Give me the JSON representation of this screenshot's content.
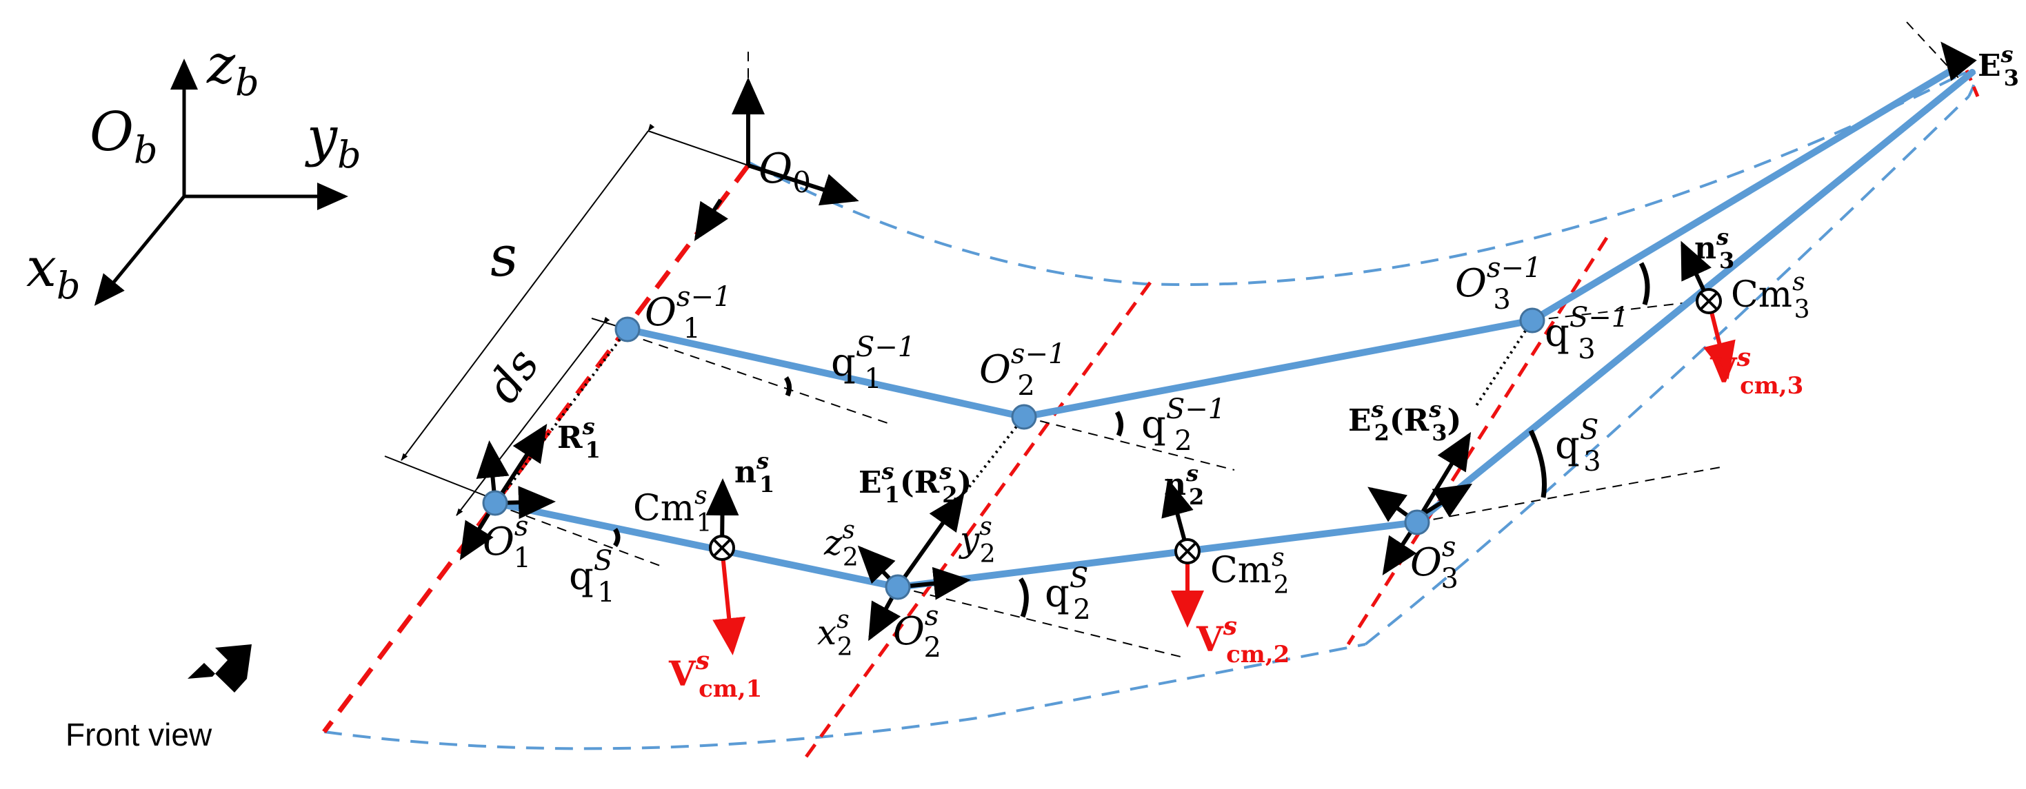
{
  "axes": {
    "origin": "O",
    "origin_sub": "b",
    "z": "z",
    "z_sub": "b",
    "y": "y",
    "y_sub": "b",
    "x": "x",
    "x_sub": "b"
  },
  "labels": {
    "O0": {
      "base": "O",
      "sub": "0"
    },
    "s_arc": "s",
    "ds": "ds",
    "O1_prev": {
      "base": "O",
      "sup": "s−1",
      "sub": "1"
    },
    "O2_prev": {
      "base": "O",
      "sup": "s−1",
      "sub": "2"
    },
    "O3_prev": {
      "base": "O",
      "sup": "s−1",
      "sub": "3"
    },
    "O1": {
      "base": "O",
      "sup": "s",
      "sub": "1"
    },
    "O2": {
      "base": "O",
      "sup": "s",
      "sub": "2"
    },
    "O3": {
      "base": "O",
      "sup": "s",
      "sub": "3"
    },
    "q1_prev": {
      "base": "q",
      "sup": "S−1",
      "sub": "1"
    },
    "q2_prev": {
      "base": "q",
      "sup": "S−1",
      "sub": "2"
    },
    "q3_prev": {
      "base": "q",
      "sup": "S−1",
      "sub": "3"
    },
    "q1": {
      "base": "q",
      "sup": "S",
      "sub": "1"
    },
    "q2": {
      "base": "q",
      "sup": "S",
      "sub": "2"
    },
    "q3": {
      "base": "q",
      "sup": "S",
      "sub": "3"
    },
    "R1": {
      "base": "R",
      "sup": "s",
      "sub": "1"
    },
    "n1": {
      "base": "n",
      "sup": "s",
      "sub": "1"
    },
    "n2": {
      "base": "n",
      "sup": "s",
      "sub": "2"
    },
    "n3": {
      "base": "n",
      "sup": "s",
      "sub": "3"
    },
    "Cm1": {
      "base": "Cm",
      "sup": "s",
      "sub": "1"
    },
    "Cm2": {
      "base": "Cm",
      "sup": "s",
      "sub": "2"
    },
    "Cm3": {
      "base": "Cm",
      "sup": "s",
      "sub": "3"
    },
    "V1": {
      "base": "V",
      "sup": "s",
      "sub": "cm,1"
    },
    "V2": {
      "base": "V",
      "sup": "s",
      "sub": "cm,2"
    },
    "V3": {
      "base": "V",
      "sup": "s",
      "sub": "cm,3"
    },
    "E1R2": {
      "base": "E",
      "sup": "s",
      "sub": "1",
      "paren": "R",
      "paren_sup": "s",
      "paren_sub": "2"
    },
    "E2R3": {
      "base": "E",
      "sup": "s",
      "sub": "2",
      "paren": "R",
      "paren_sup": "s",
      "paren_sub": "3"
    },
    "E3": {
      "base": "E",
      "sup": "s",
      "sub": "3"
    },
    "z2": {
      "base": "z",
      "sup": "s",
      "sub": "2"
    },
    "y2": {
      "base": "y",
      "sup": "s",
      "sub": "2"
    },
    "x2": {
      "base": "x",
      "sup": "s",
      "sub": "2"
    },
    "front_view": "Front view"
  },
  "colors": {
    "link": "#5b9bd5",
    "red": "#ee1111",
    "black": "#000000"
  }
}
